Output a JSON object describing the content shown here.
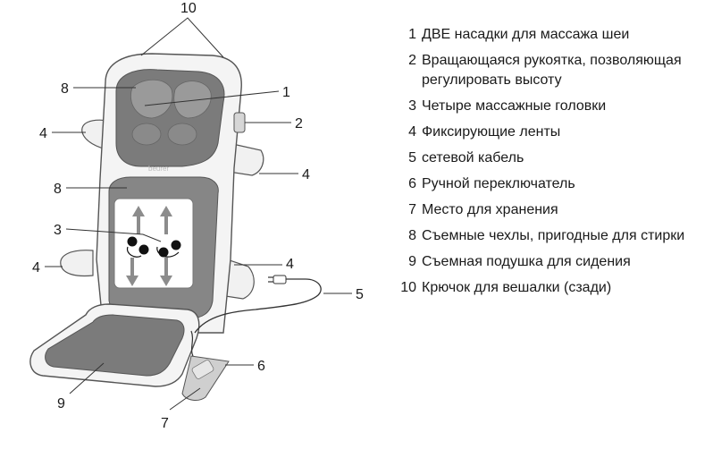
{
  "diagram": {
    "brand": "beurer",
    "callouts": {
      "c10": "10",
      "c8a": "8",
      "c1": "1",
      "c2": "2",
      "c4a": "4",
      "c4b": "4",
      "c8b": "8",
      "c3": "3",
      "c4c": "4",
      "c4d": "4",
      "c5": "5",
      "c6": "6",
      "c9": "9",
      "c7": "7"
    }
  },
  "legend": [
    {
      "num": "1",
      "text": "ДВЕ насадки для массажа шеи"
    },
    {
      "num": "2",
      "text": "Вращающаяся рукоятка, позволяющая регулировать высоту"
    },
    {
      "num": "3",
      "text": "Четыре массажные головки"
    },
    {
      "num": "4",
      "text": "Фиксирующие ленты"
    },
    {
      "num": "5",
      "text": "сетевой кабель"
    },
    {
      "num": "6",
      "text": "Ручной переключатель"
    },
    {
      "num": "7",
      "text": "Место для хранения"
    },
    {
      "num": "8",
      "text": "Съемные чехлы, пригодные для стирки"
    },
    {
      "num": "9",
      "text": "Съемная подушка для сидения"
    },
    {
      "num": "10",
      "text": "Крючок для вешалки (сзади)"
    }
  ]
}
